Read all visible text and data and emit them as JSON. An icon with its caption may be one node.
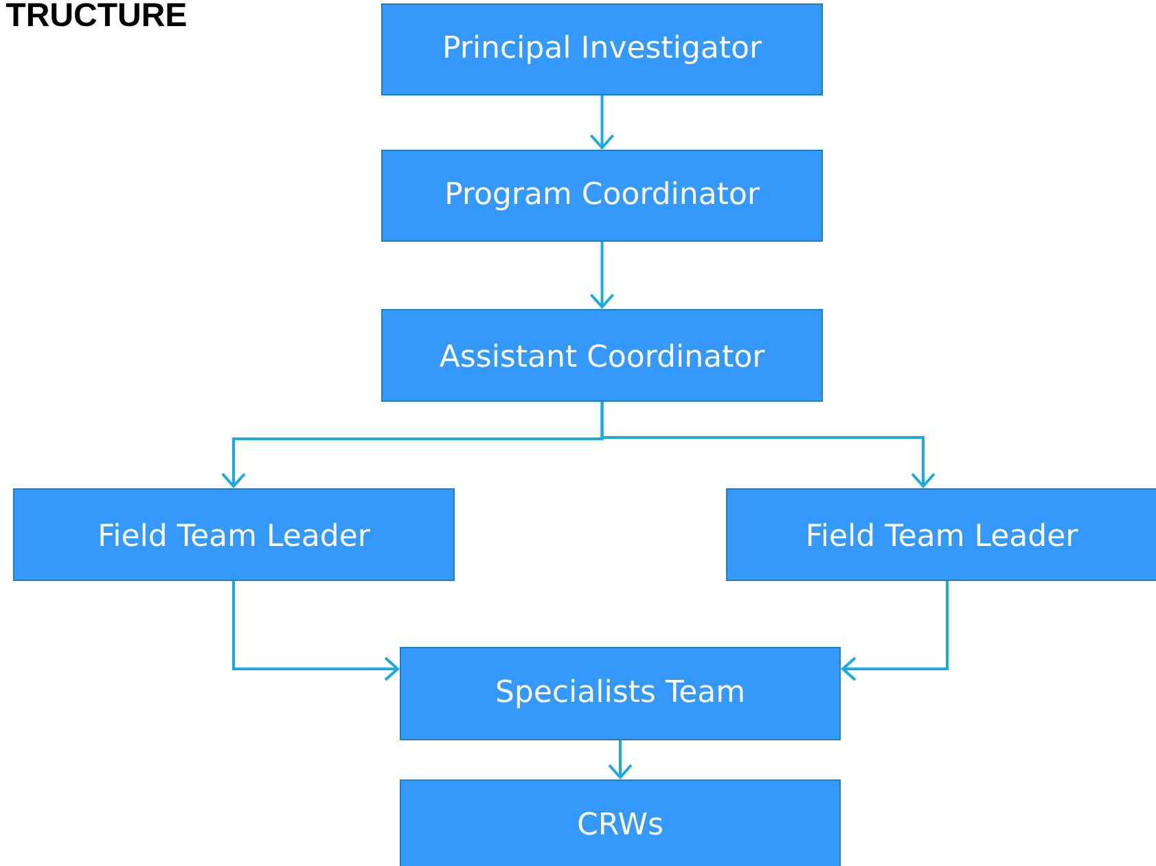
{
  "diagram": {
    "title": "TRUCTURE",
    "nodes": [
      {
        "text": [
          "Principal Investigator"
        ]
      },
      {
        "text": [
          "Program Coordinator"
        ]
      },
      {
        "text": [
          "Assistant Coordinator"
        ]
      },
      {
        "text": [
          "Field Team Leader"
        ]
      },
      {
        "text": [
          "Field Team Leader"
        ]
      },
      {
        "text": [
          "Specialists Team"
        ]
      },
      {
        "text": [
          "CRWs"
        ]
      }
    ],
    "edges": [
      {
        "from": 0,
        "to": 1,
        "arrow": "to"
      },
      {
        "from": 1,
        "to": 2,
        "arrow": "to"
      },
      {
        "from": 2,
        "to": 3,
        "arrow": "to"
      },
      {
        "from": 2,
        "to": 4,
        "arrow": "to"
      },
      {
        "from": 3,
        "to": 5,
        "arrow": "to"
      },
      {
        "from": 4,
        "to": 5,
        "arrow": "to"
      },
      {
        "from": 5,
        "to": 6,
        "arrow": "to"
      }
    ]
  }
}
